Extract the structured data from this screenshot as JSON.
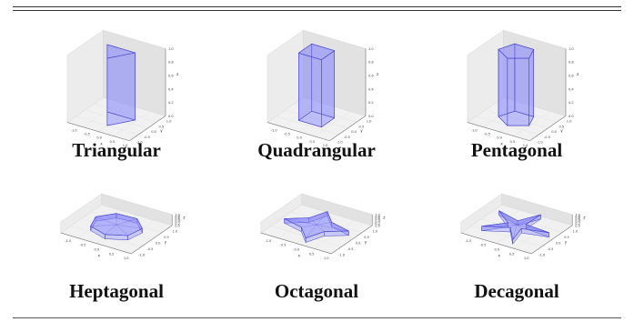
{
  "figure": {
    "panels": [
      {
        "id": "triangular",
        "caption": "Triangular",
        "sides": 3,
        "shape": "prism-convex"
      },
      {
        "id": "quadrangular",
        "caption": "Quadrangular",
        "sides": 4,
        "shape": "prism-convex"
      },
      {
        "id": "pentagonal",
        "caption": "Pentagonal",
        "sides": 5,
        "shape": "prism-convex"
      },
      {
        "id": "heptagonal",
        "caption": "Heptagonal",
        "sides": 7,
        "shape": "flat-polygon"
      },
      {
        "id": "octagonal",
        "caption": "Octagonal",
        "sides": 8,
        "shape": "flat-star"
      },
      {
        "id": "decagonal",
        "caption": "Decagonal",
        "sides": 10,
        "shape": "flat-star"
      }
    ],
    "axis_labels": {
      "x": "x",
      "y": "y",
      "z": "z"
    },
    "tick_labels": {
      "x": [
        "-1.0",
        "-0.5",
        "0.0",
        "0.5",
        "1.0"
      ],
      "y": [
        "-1.0",
        "-0.5",
        "0.0",
        "0.5",
        "1.0"
      ],
      "z": [
        "0.0",
        "0.2",
        "0.4",
        "0.6",
        "0.8",
        "1.0"
      ]
    },
    "colors": {
      "face": "#8080ff",
      "edge": "#4444cc",
      "pane_left": "#ececec",
      "pane_right": "#e2e2e2",
      "pane_floor": "#f1f1f1"
    }
  }
}
